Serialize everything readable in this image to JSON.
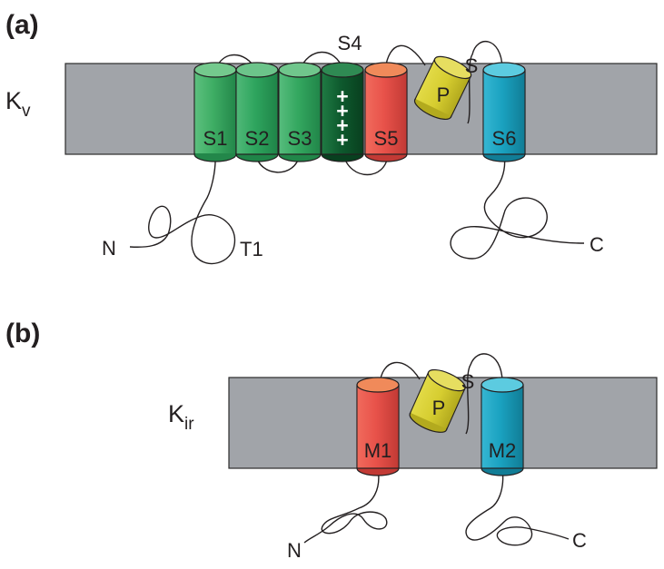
{
  "panels": {
    "a": {
      "label": "(a)",
      "channel": {
        "main": "K",
        "sub": "v"
      },
      "segments": {
        "s1": "S1",
        "s2": "S2",
        "s3": "S3",
        "s4": "S4",
        "s5": "S5",
        "p": "P",
        "sf": "S",
        "s6": "S6"
      },
      "charges": [
        "+",
        "+",
        "+",
        "+"
      ],
      "ends": {
        "n": "N",
        "t1": "T1",
        "c": "C"
      }
    },
    "b": {
      "label": "(b)",
      "channel": {
        "main": "K",
        "sub": "ir"
      },
      "segments": {
        "m1": "M1",
        "p": "P",
        "sf": "S",
        "m2": "M2"
      },
      "ends": {
        "n": "N",
        "c": "C"
      }
    }
  },
  "colors": {
    "membrane": "#a1a4a9",
    "s1": "#3ead64",
    "s2": "#2ea55e",
    "s3": "#34a860",
    "s4": "#0e5a2e",
    "s5": "#ef5350",
    "pore_helix": "#d6cd30",
    "s6": "#1aa2c0",
    "m1": "#ef5350",
    "m2": "#1aa2c0"
  }
}
